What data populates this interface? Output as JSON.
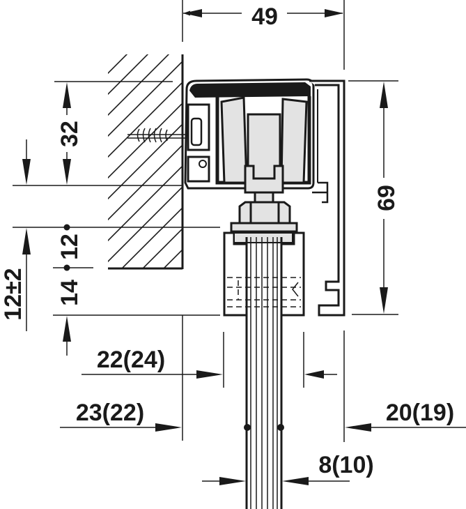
{
  "drawing": {
    "title": "Sliding door track cross-section with dimensions",
    "colors": {
      "line": "#1a1a1a",
      "fill_light": "#e3e3e3",
      "background": "#ffffff"
    }
  },
  "dimensions": {
    "track_width": "49",
    "track_height": "69",
    "mount_height": "32",
    "dim_14": "14",
    "dim_12": "12",
    "clearance": "12±2",
    "left_offset_top": "22(24)",
    "left_offset_bottom": "23(22)",
    "right_offset": "20(19)",
    "glass_thickness": "8(10)"
  },
  "components": {
    "wall": "hatched-wall",
    "screw": "mounting-screw",
    "track": "aluminium-track-profile",
    "carriage": "roller-carriage",
    "clamp": "glass-clamp",
    "panel": "glass-panel",
    "cover": "end-cover-profile"
  }
}
